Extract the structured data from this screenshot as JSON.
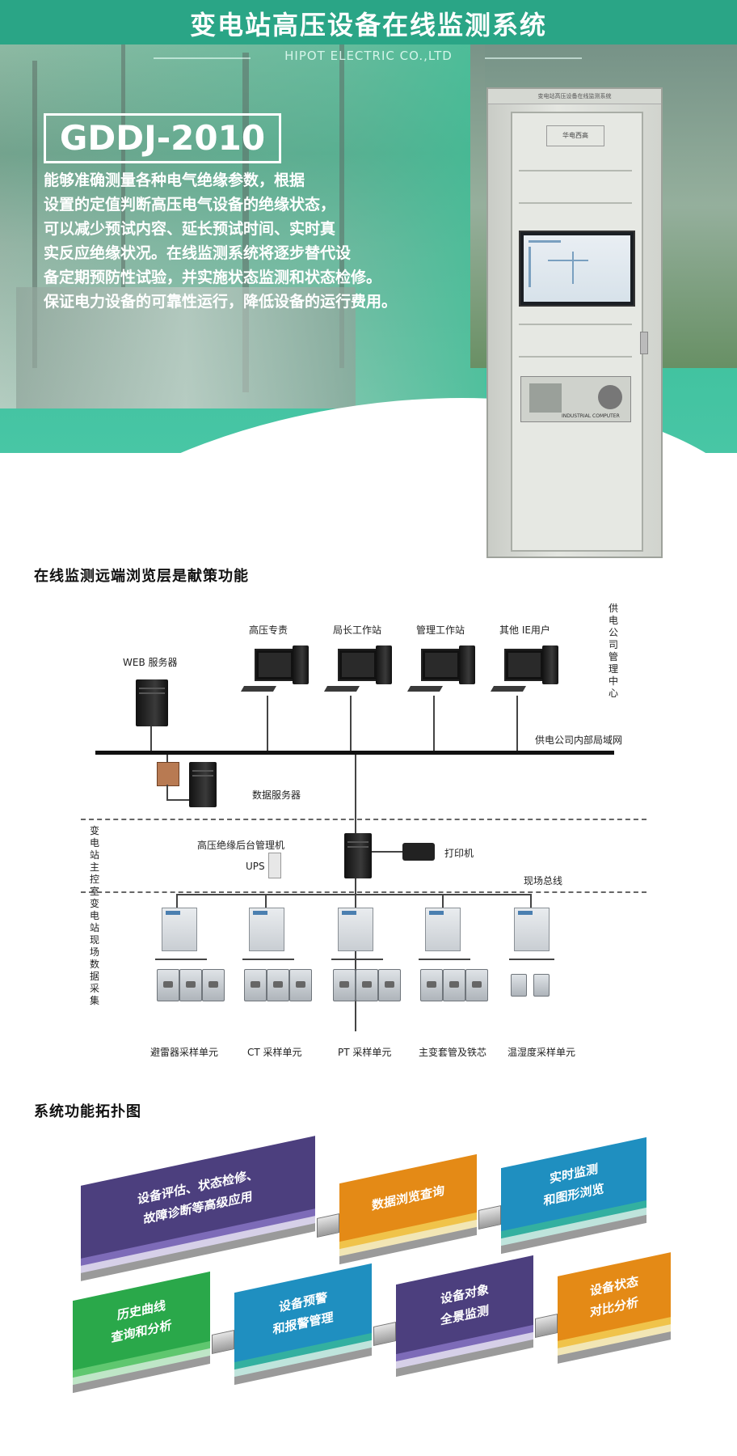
{
  "hero": {
    "title": "变电站高压设备在线监测系统",
    "subtitle": "HIPOT ELECTRIC CO.,LTD",
    "model": "GDDJ-2010",
    "description_lines": [
      "能够准确测量各种电气绝缘参数，根据",
      "设置的定值判断高压电气设备的绝缘状态，",
      "可以减少预试内容、延长预试时间、实时真",
      "实反应绝缘状况。在线监测系统将逐步替代设",
      "备定期预防性试验，并实施状态监测和状态检修。",
      "保证电力设备的可靠性运行，降低设备的运行费用。"
    ],
    "cabinet_plate": "变电站高压设备在线监测系统",
    "cabinet_badge": "华电西高",
    "cabinet_device_label": "INDUSTRIAL COMPUTER"
  },
  "section1_title": "在线监测远端浏览层是献策功能",
  "network": {
    "web_server": "WEB 服务器",
    "stations": [
      "高压专责",
      "局长工作站",
      "管理工作站",
      "其他 IE用户"
    ],
    "center_label": "供电公司管理中心",
    "lan_label": "供电公司内部局域网",
    "data_server": "数据服务器",
    "control_room_label": "变电站主控室",
    "mgmt_pc": "高压绝缘后台管理机",
    "ups": "UPS",
    "printer": "打印机",
    "field_bus": "现场总线",
    "field_label": "变电站现场数据采集",
    "units": [
      "避雷器采样单元",
      "CT 采样单元",
      "PT 采样单元",
      "主变套管及铁芯",
      "温湿度采样单元"
    ]
  },
  "section2_title": "系统功能拓扑图",
  "topology": {
    "row1": [
      "设备评估、状态检修、\n故障诊断等高级应用",
      "数据浏览查询",
      "实时监测\n和图形浏览"
    ],
    "row2": [
      "历史曲线\n查询和分析",
      "设备预警\n和报警管理",
      "设备对象\n全景监测",
      "设备状态\n对比分析"
    ],
    "colors": {
      "purple": "#4c3f7e",
      "orange": "#e48a16",
      "blue": "#1f8fc0",
      "green": "#2aa84a"
    }
  }
}
